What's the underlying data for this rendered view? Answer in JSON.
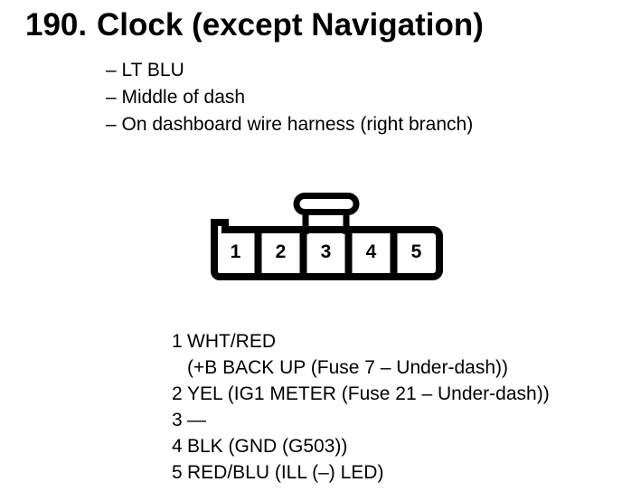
{
  "colors": {
    "ink": "#000000",
    "paper": "#ffffff"
  },
  "header": {
    "number": "190.",
    "title": "Clock (except Navigation)"
  },
  "notes": [
    "– LT BLU",
    "– Middle of dash",
    "– On dashboard wire harness (right branch)"
  ],
  "connector": {
    "pins": [
      "1",
      "2",
      "3",
      "4",
      "5"
    ]
  },
  "pinout": [
    {
      "pin": "1",
      "wire": "WHT/RED",
      "detail": "(+B BACK UP (Fuse 7 – Under-dash))"
    },
    {
      "pin": "2",
      "wire": "YEL (IG1 METER (Fuse 21 – Under-dash))"
    },
    {
      "pin": "3",
      "wire": "—"
    },
    {
      "pin": "4",
      "wire": "BLK (GND (G503))"
    },
    {
      "pin": "5",
      "wire": "RED/BLU (ILL (–) LED)"
    }
  ]
}
